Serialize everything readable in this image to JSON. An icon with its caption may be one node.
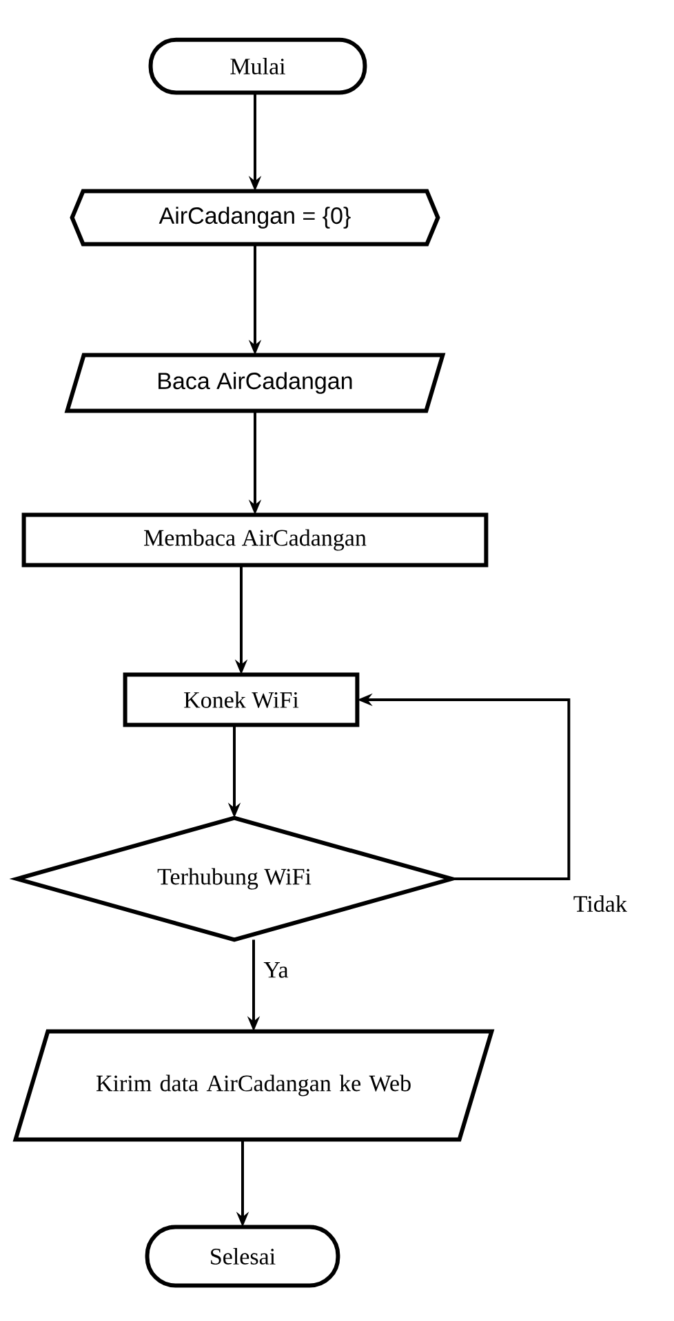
{
  "diagram": {
    "nodes": [
      {
        "text": [
          "Mulai"
        ]
      },
      {
        "text": [
          "AirCadangan  = {0}"
        ]
      },
      {
        "text": [
          "Baca AirCadangan"
        ]
      },
      {
        "text": [
          "Membaca AirCadangan"
        ]
      },
      {
        "text": [
          "Konek WiFi"
        ]
      },
      {
        "text": [
          "Terhubung WiFi"
        ]
      },
      {
        "text": [
          "Kirim data AirCadangan ke Web"
        ]
      },
      {
        "text": [
          "Selesai"
        ]
      }
    ],
    "edges": [
      {
        "from": 0,
        "to": 1,
        "arrow": "to"
      },
      {
        "from": 1,
        "to": 2,
        "arrow": "to"
      },
      {
        "from": 2,
        "to": 3,
        "arrow": "to"
      },
      {
        "from": 3,
        "to": 4,
        "arrow": "to"
      },
      {
        "from": 4,
        "to": 5,
        "arrow": "to"
      },
      {
        "from": 5,
        "to": 4,
        "arrow": "to",
        "label": "Tidak"
      },
      {
        "from": 5,
        "to": 6,
        "arrow": "to",
        "label": "Ya"
      },
      {
        "from": 6,
        "to": 7,
        "arrow": "to"
      }
    ]
  }
}
